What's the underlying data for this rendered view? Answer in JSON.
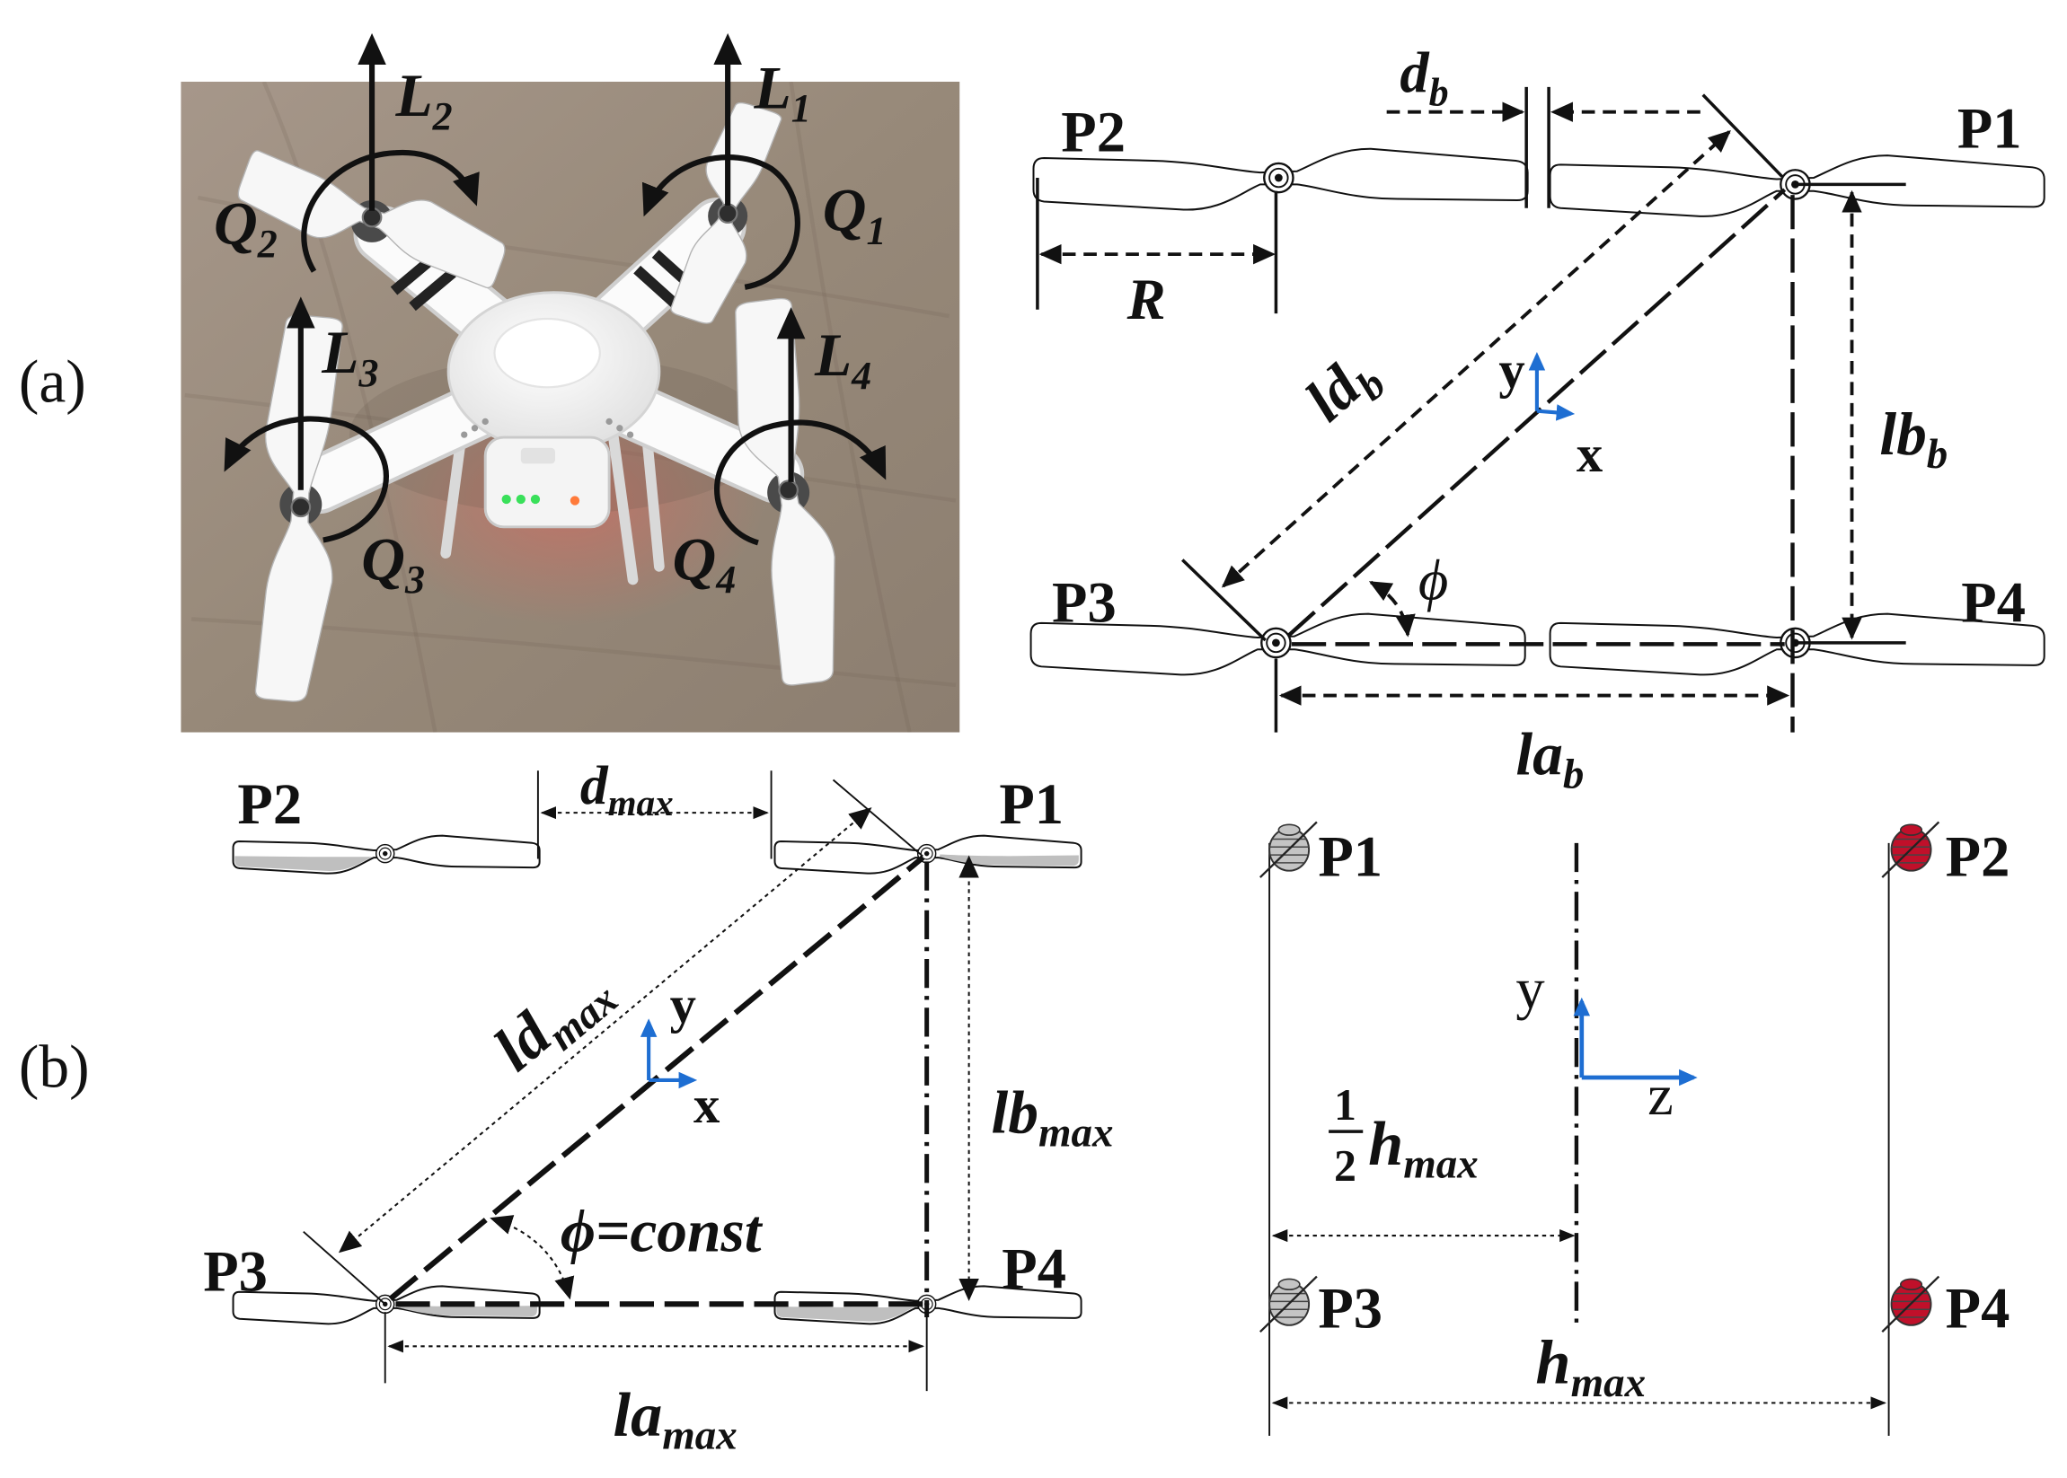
{
  "figure": {
    "panel_a": {
      "label": "(a)",
      "photo": {
        "L2": {
          "main": "L",
          "sub": "2"
        },
        "L1": {
          "main": "L",
          "sub": "1"
        },
        "Q2": {
          "main": "Q",
          "sub": "2"
        },
        "Q1": {
          "main": "Q",
          "sub": "1"
        },
        "L3": {
          "main": "L",
          "sub": "3"
        },
        "L4": {
          "main": "L",
          "sub": "4"
        },
        "Q3": {
          "main": "Q",
          "sub": "3"
        },
        "Q4": {
          "main": "Q",
          "sub": "4"
        }
      },
      "layout": {
        "P1": "P1",
        "P2": "P2",
        "P3": "P3",
        "P4": "P4",
        "db": {
          "main": "d",
          "sub": "b"
        },
        "R": "R",
        "ldb": {
          "main": "ld",
          "sub": "b"
        },
        "lbb": {
          "main": "lb",
          "sub": "b"
        },
        "lab": {
          "main": "la",
          "sub": "b"
        },
        "phi": "ϕ",
        "axis_y": "y",
        "axis_x": "x"
      }
    },
    "panel_b": {
      "label": "(b)",
      "top_view": {
        "P1": "P1",
        "P2": "P2",
        "P3": "P3",
        "P4": "P4",
        "dmax": {
          "main": "d",
          "sub": "max"
        },
        "ldmax": {
          "main": "ld",
          "sub": "max"
        },
        "lbmax": {
          "main": "lb",
          "sub": "max"
        },
        "lamax": {
          "main": "la",
          "sub": "max"
        },
        "phi_const": "ϕ=const",
        "axis_y": "y",
        "axis_x": "x"
      },
      "side_view": {
        "P1": "P1",
        "P2": "P2",
        "P3": "P3",
        "P4": "P4",
        "axis_y": "y",
        "axis_z": "z",
        "half_hmax": {
          "num": "1",
          "den": "2",
          "main": "h",
          "sub": "max"
        },
        "hmax": {
          "main": "h",
          "sub": "max"
        }
      }
    }
  },
  "colors": {
    "axis": "#1e6ed2",
    "motor_red": "#c0102a",
    "motor_gray": "#c4c4c4",
    "ink": "#111111"
  }
}
